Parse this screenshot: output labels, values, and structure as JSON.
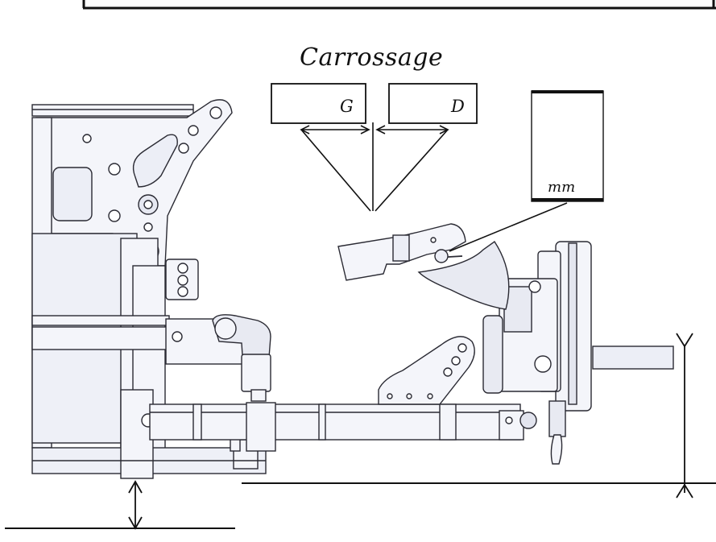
{
  "diagram": {
    "title": "Carrossage",
    "left_box_label": "G",
    "right_box_label": "D",
    "gauge_unit": "mm"
  },
  "colors": {
    "line": "#111111",
    "part_fill": "#f4f5fa",
    "part_shadow": "#dfe1ec",
    "part_edge": "#2a2a33"
  }
}
